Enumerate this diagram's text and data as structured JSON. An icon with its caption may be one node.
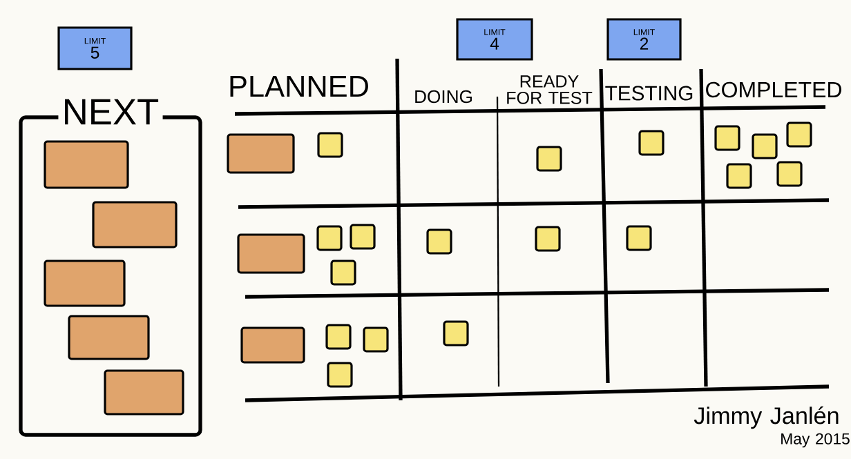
{
  "diagram": {
    "nodes": [
      {
        "text": [
          "LIMIT",
          "5"
        ]
      },
      {
        "text": [
          "LIMIT",
          "4"
        ]
      },
      {
        "text": [
          "LIMIT",
          "2"
        ]
      },
      {
        "text": [
          "NEXT"
        ]
      },
      {
        "text": [],
        "shape": "box",
        "in": 3
      },
      {
        "text": [],
        "shape": "box",
        "in": 3
      },
      {
        "text": [],
        "shape": "box",
        "in": 3
      },
      {
        "text": [],
        "shape": "box",
        "in": 3
      },
      {
        "text": [],
        "shape": "box",
        "in": 3
      },
      {
        "text": [],
        "shape": "box"
      },
      {
        "text": [],
        "shape": "box"
      },
      {
        "text": [],
        "shape": "box"
      },
      {
        "text": [],
        "shape": "box"
      },
      {
        "text": [],
        "shape": "box"
      },
      {
        "text": [],
        "shape": "box"
      },
      {
        "text": [],
        "shape": "box"
      },
      {
        "text": [],
        "shape": "box"
      },
      {
        "text": [],
        "shape": "box"
      },
      {
        "text": [],
        "shape": "box"
      },
      {
        "text": [],
        "shape": "box"
      },
      {
        "text": [],
        "shape": "box"
      },
      {
        "text": [],
        "shape": "box"
      },
      {
        "text": [],
        "shape": "box"
      },
      {
        "text": [],
        "shape": "box"
      },
      {
        "text": [],
        "shape": "box"
      },
      {
        "text": [],
        "shape": "box"
      },
      {
        "text": [],
        "shape": "box"
      },
      {
        "text": [],
        "shape": "box"
      },
      {
        "text": [],
        "shape": "box"
      },
      {
        "text": [],
        "shape": "box"
      }
    ],
    "labels": [
      "PLANNED",
      "DOING",
      "READY FOR TEST",
      "TESTING",
      "COMPLETED",
      "Jimmy Janlén",
      "May 2015"
    ]
  }
}
